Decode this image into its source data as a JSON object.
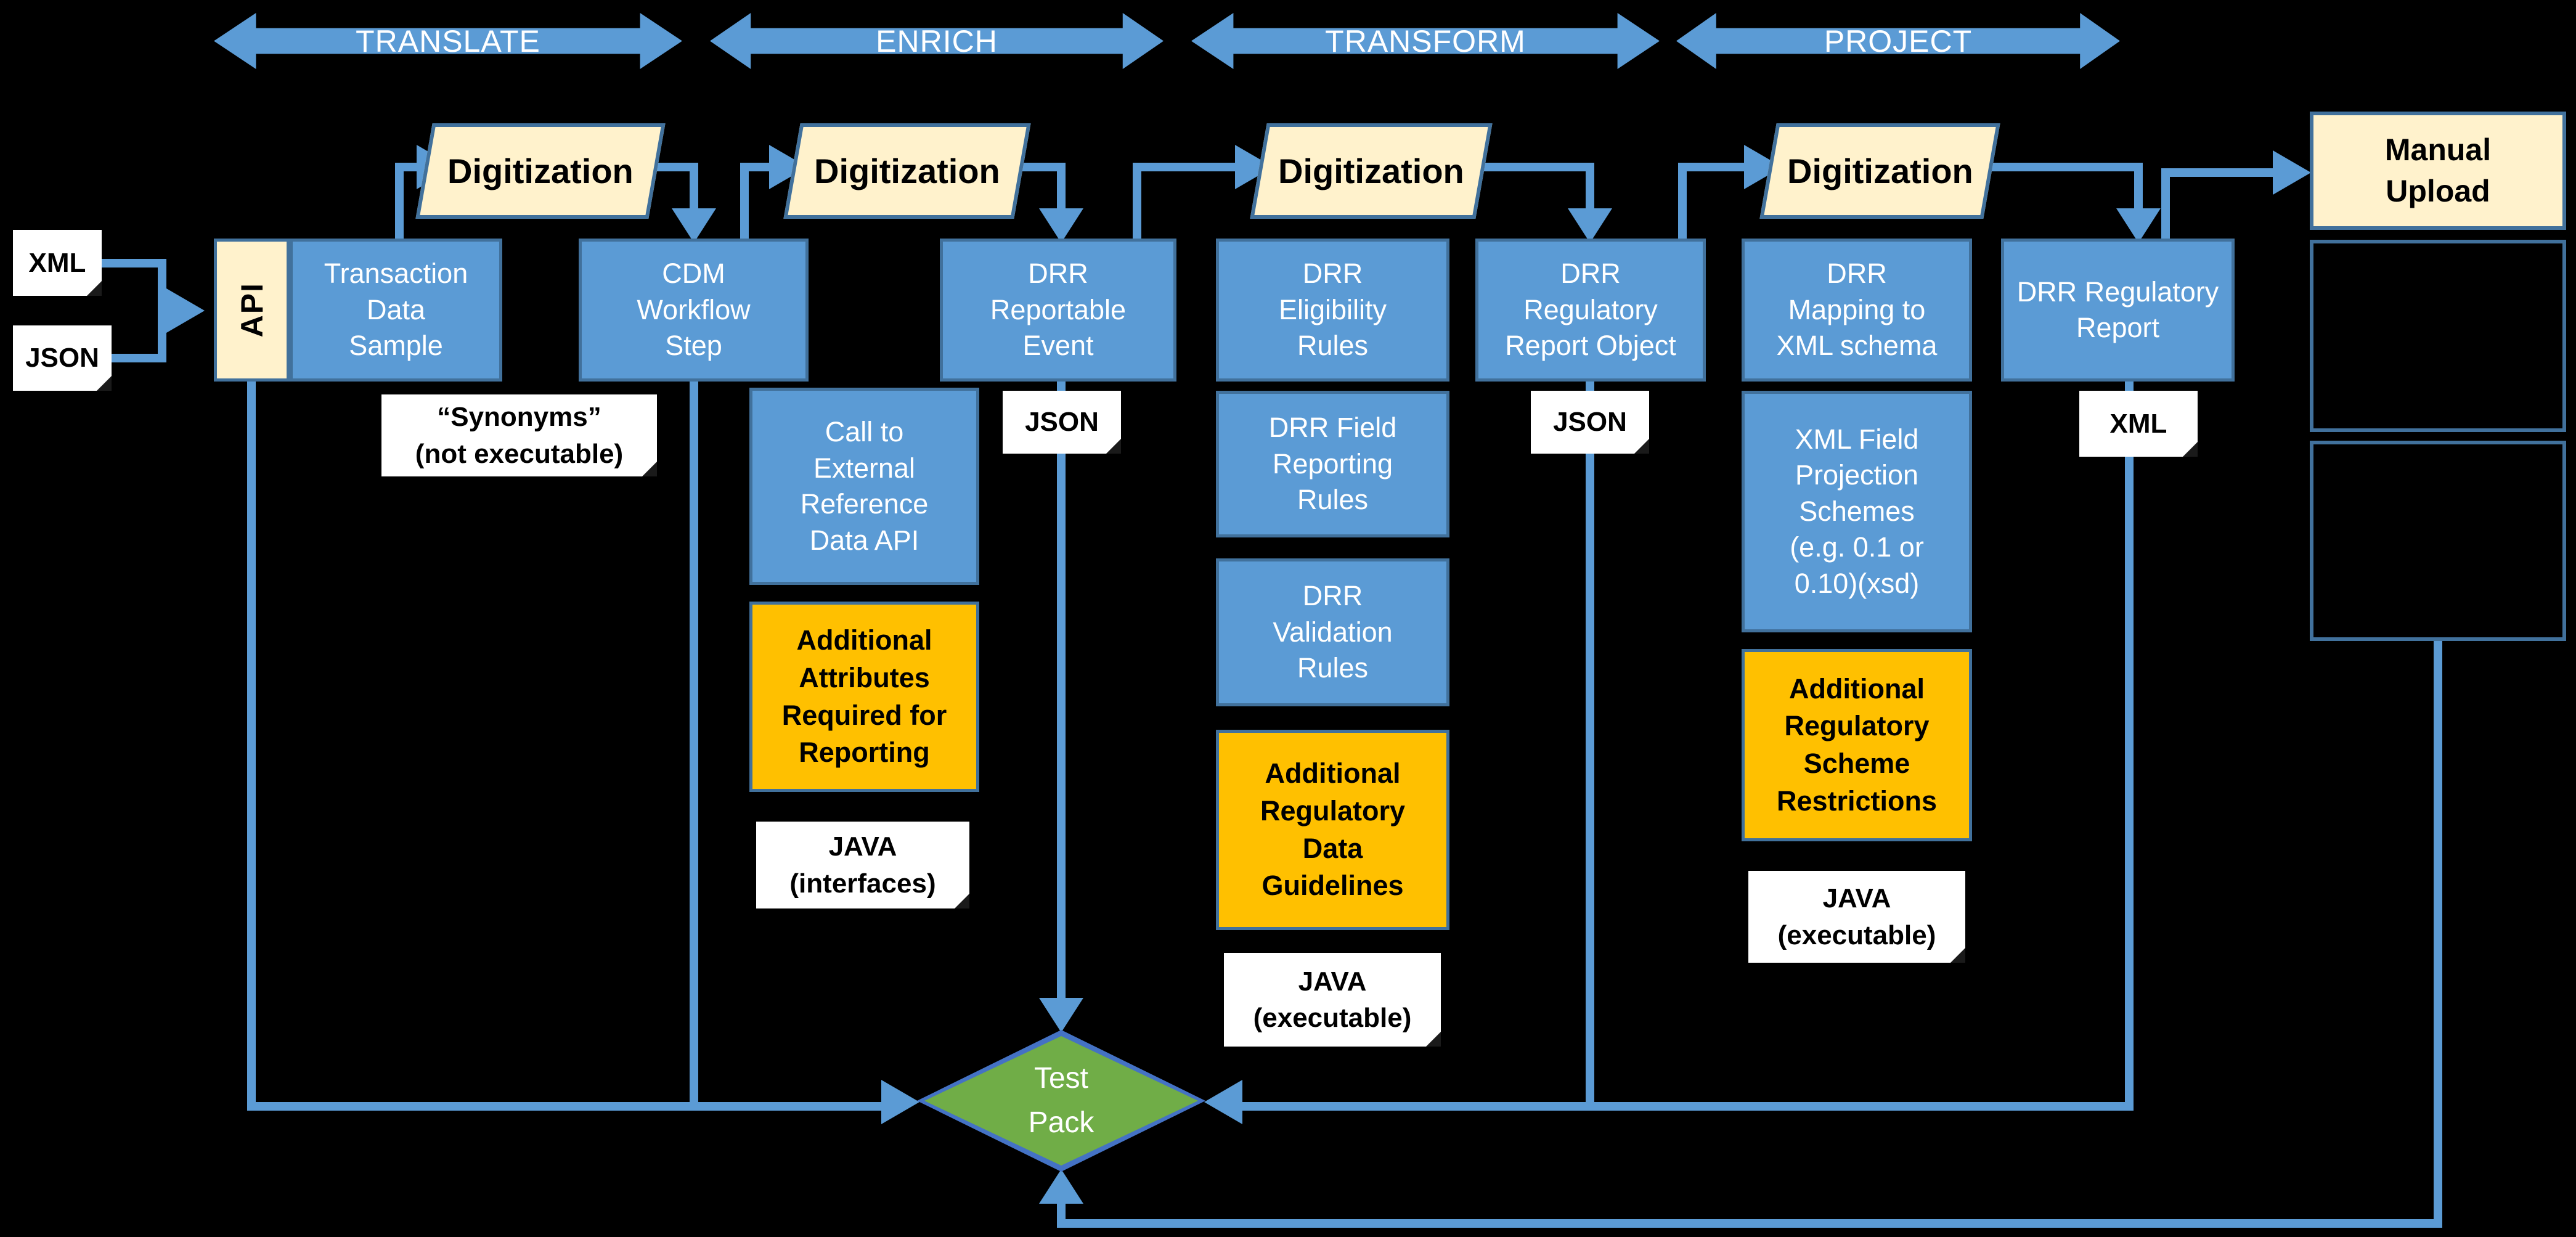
{
  "stages": {
    "translate": "TRANSLATE",
    "enrich": "ENRICH",
    "transform": "TRANSFORM",
    "project": "PROJECT"
  },
  "labels": {
    "digitization": "Digitization",
    "api": "API",
    "transaction_data_sample": "Transaction\nData\nSample",
    "cdm_workflow_step": "CDM\nWorkflow\nStep",
    "drr_reportable_event": "DRR\nReportable\nEvent",
    "call_to_external": "Call to\nExternal\nReference\nData API",
    "additional_attributes": "Additional\nAttributes\nRequired for\nReporting",
    "drr_eligibility_rules": "DRR\nEligibility\nRules",
    "drr_field_reporting_rules": "DRR Field\nReporting\nRules",
    "drr_validation_rules": "DRR\nValidation\nRules",
    "additional_regulatory_data_guidelines": "Additional\nRegulatory\nData\nGuidelines",
    "drr_regulatory_report_object": "DRR\nRegulatory\nReport Object",
    "drr_mapping_to_xml_schema": "DRR\nMapping to\nXML schema",
    "xml_field_projection_schemes": "XML Field\nProjection\nSchemes\n(e.g. 0.1 or\n0.10)(xsd)",
    "additional_regulatory_scheme_restrictions": "Additional\nRegulatory\nScheme\nRestrictions",
    "drr_regulatory_report": "DRR Regulatory\nReport",
    "manual_upload": "Manual\nUpload",
    "test_pack": "Test\nPack"
  },
  "notes": {
    "xml_input": "XML",
    "json_input": "JSON",
    "synonyms": "“Synonyms”\n(not executable)",
    "json_reportable_event": "JSON",
    "java_interfaces": "JAVA\n(interfaces)",
    "java_executable_transform": "JAVA\n(executable)",
    "json_report_object": "JSON",
    "java_executable_project": "JAVA\n(executable)",
    "xml_regulatory_report": "XML"
  },
  "colors": {
    "background": "#000000",
    "blue_fill": "#5B9BD5",
    "blue_border": "#41719C",
    "cream_fill": "#FFF2CC",
    "orange_fill": "#FFC000",
    "green_fill": "#70AD47",
    "diamond_border": "#4472C4",
    "line_blue": "#5B9BD5"
  }
}
